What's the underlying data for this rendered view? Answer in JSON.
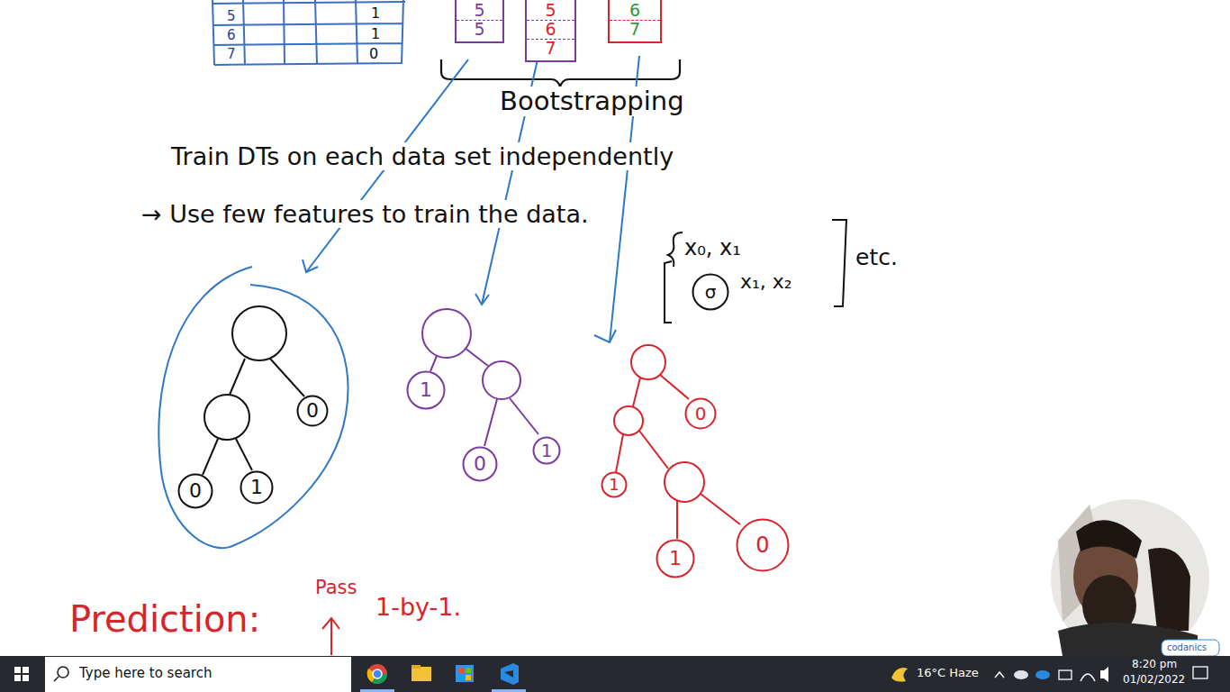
{
  "diagram": {
    "nodes": [
      {
        "text": [
          "5",
          "5"
        ]
      },
      {
        "text": [
          "5",
          "6",
          "7"
        ]
      },
      {
        "text": [
          "6",
          "7"
        ]
      },
      {
        "text": [
          "0"
        ]
      },
      {
        "text": [
          "0"
        ]
      },
      {
        "text": [
          "1"
        ]
      },
      {
        "text": [
          "1"
        ]
      },
      {
        "text": [
          "0"
        ]
      },
      {
        "text": [
          "1"
        ]
      },
      {
        "text": [
          "0"
        ]
      },
      {
        "text": [
          "1"
        ]
      },
      {
        "text": [
          "1"
        ]
      },
      {
        "text": [
          "0"
        ]
      },
      {
        "text": [
          "σ"
        ]
      }
    ],
    "labels": [
      "5",
      "6",
      "7",
      "1",
      "1",
      "0",
      "Bootstrapping",
      "Train DTs on each data set independently",
      "→ Use few features to train the data.",
      "x₀, x₁",
      "x₁, x₂",
      "etc.",
      "Prediction:",
      "Pass",
      "1-by-1.",
      "Type here to search",
      "16°C Haze",
      "8:20 pm",
      "01/02/2022",
      "codanics"
    ]
  }
}
